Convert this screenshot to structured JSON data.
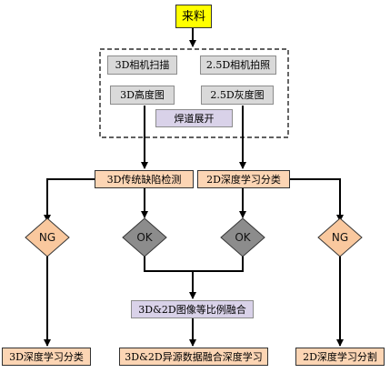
{
  "colors": {
    "start_fill": "#ffff00",
    "process_fill": "#fcd5b4",
    "gray_fill": "#d9d9d9",
    "lavender_fill": "#d9d2e9",
    "ng_fill": "#f9c89e",
    "ok_fill": "#8c8c8c",
    "line": "#000000"
  },
  "nodes": {
    "start": "来料",
    "scan_3d": "3D相机扫描",
    "photo_25d": "2.5D相机拍照",
    "height_map": "3D高度图",
    "gray_25d": "2.5D灰度图",
    "weld_unfold": "焊道展开",
    "defect_3d": "3D传统缺陷检测",
    "classify_2d": "2D深度学习分类",
    "ng_left": "NG",
    "ok_left": "OK",
    "ok_right": "OK",
    "ng_right": "NG",
    "fusion": "3D&2D图像等比例融合",
    "out_3d_classify": "3D深度学习分类",
    "out_hetero_fusion": "3D&2D异源数据融合深度学习",
    "out_2d_segment": "2D深度学习分割"
  }
}
